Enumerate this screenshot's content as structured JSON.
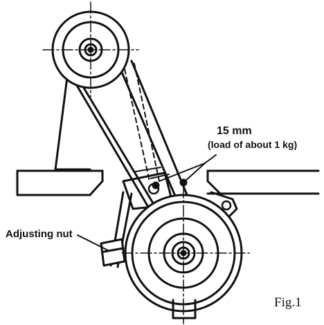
{
  "labels": {
    "deflection": "15 mm",
    "load": "(load of about 1 kg)",
    "adjusting_nut": "Adjusting nut",
    "figure": "Fig.1"
  },
  "colors": {
    "ink": "#111111",
    "paper": "#ffffff"
  }
}
